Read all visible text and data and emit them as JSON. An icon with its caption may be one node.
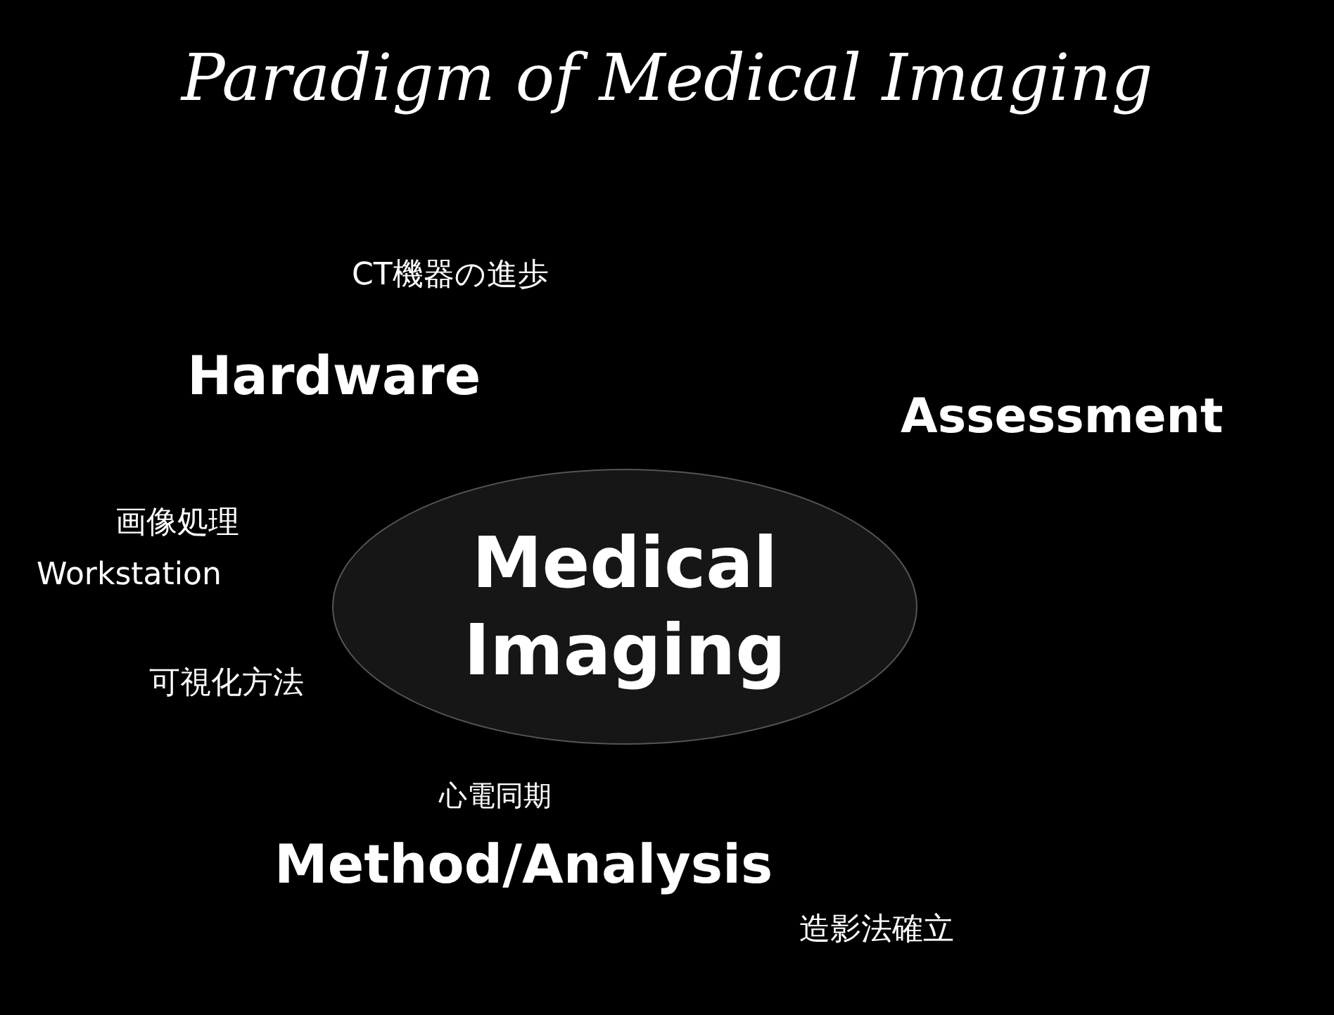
{
  "diagram": {
    "title": "Paradigm of Medical Imaging",
    "nodes": [
      {
        "text": [
          "Medical Imaging"
        ]
      }
    ],
    "labels": [
      "CT機器の進歩",
      "Hardware",
      "Assessment",
      "画像処理",
      "Workstation",
      "可視化方法",
      "心電同期",
      "Method/Analysis",
      "造影法確立"
    ]
  }
}
